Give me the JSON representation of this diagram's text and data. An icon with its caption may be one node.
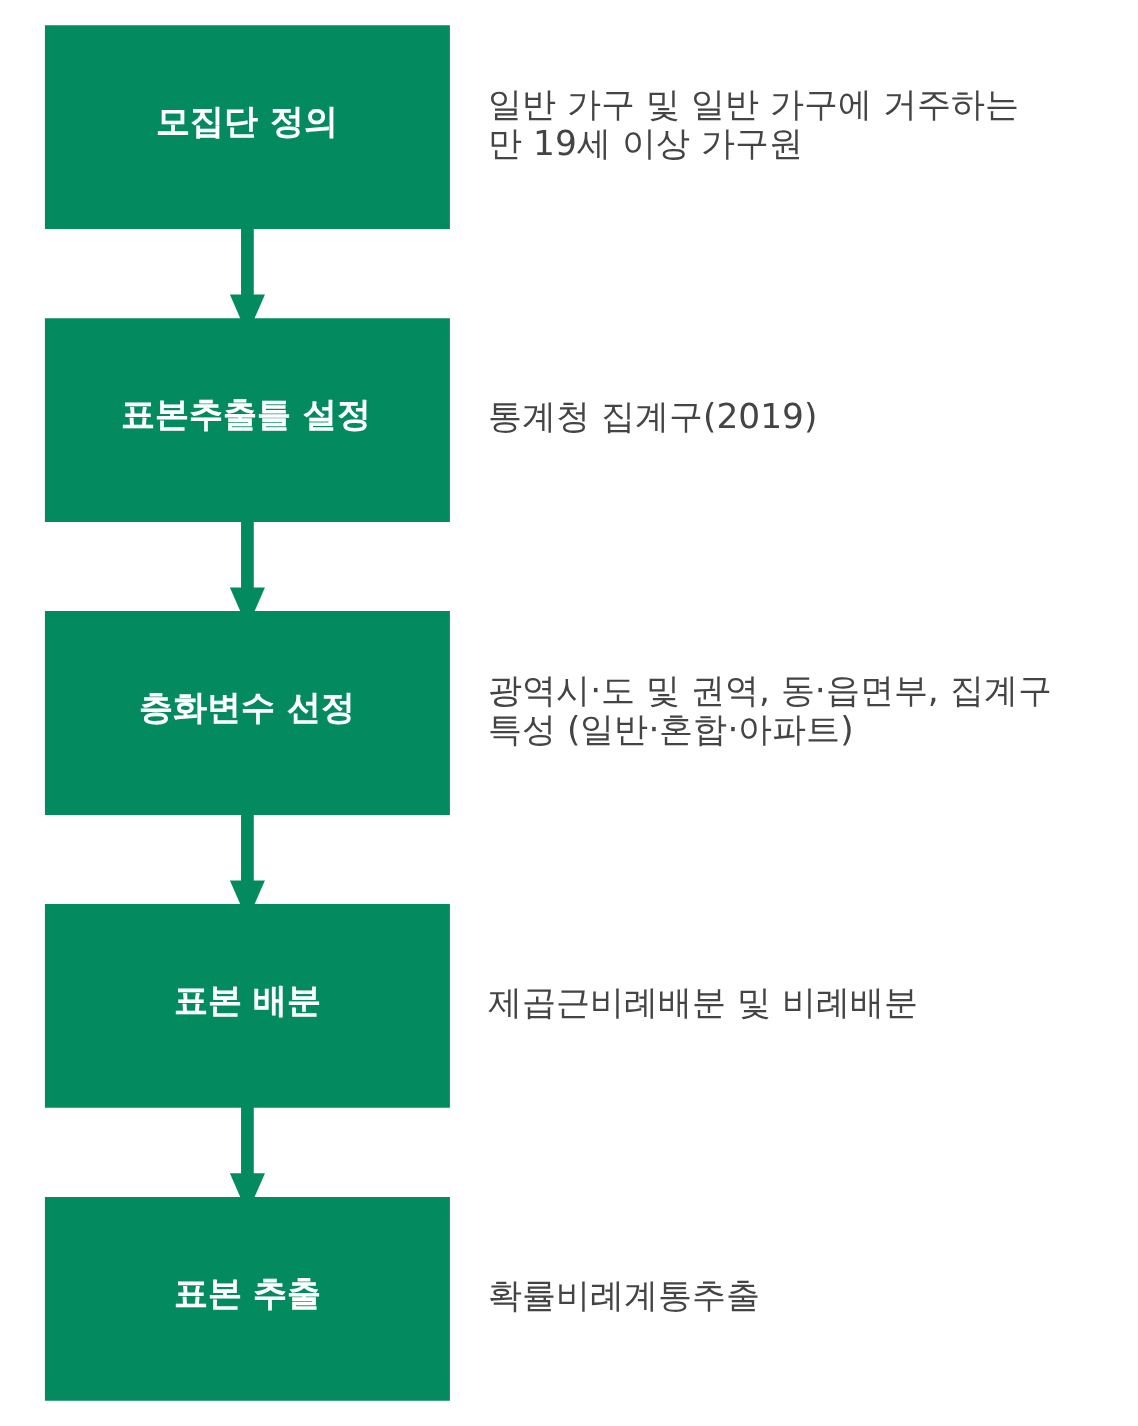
{
  "diagram": {
    "nodes": [
      {
        "text": [
          "모집단 정의"
        ],
        "beside": [
          "일반 가구 및 일반 가구에 거주하는 만 19세 이상 가구원"
        ]
      },
      {
        "text": [
          "표본추출틀 설정"
        ],
        "beside": [
          "통계청 집계구(2019)"
        ]
      },
      {
        "text": [
          "층화변수 선정"
        ],
        "beside": [
          "광역시·도 및 권역, 동·읍면부, 집계구 특성 (일반·혼합·아파트)"
        ]
      },
      {
        "text": [
          "표본 배분"
        ],
        "beside": [
          "제곱근비례배분 및 비례배분"
        ]
      },
      {
        "text": [
          "표본 추출"
        ],
        "beside": [
          "확률비례계통추출"
        ]
      }
    ],
    "edges": [
      {
        "from": 0,
        "to": 1,
        "arrow": "to"
      },
      {
        "from": 1,
        "to": 2,
        "arrow": "to"
      },
      {
        "from": 2,
        "to": 3,
        "arrow": "to"
      },
      {
        "from": 3,
        "to": 4,
        "arrow": "to"
      }
    ]
  }
}
